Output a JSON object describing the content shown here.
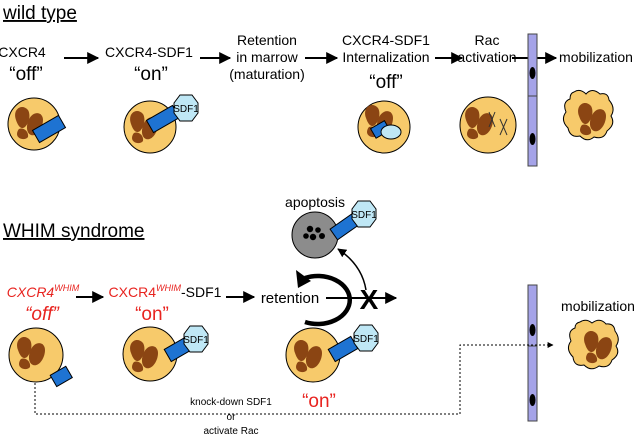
{
  "wild_type": {
    "heading": "wild type",
    "stage1": {
      "line1": "CXCR4",
      "state": "“off”"
    },
    "stage2": {
      "line1": "CXCR4-SDF1",
      "state": "“on”",
      "ligand": "SDF1"
    },
    "stage3": {
      "line1": "Retention",
      "line2": "in marrow",
      "line3": "(maturation)"
    },
    "stage4": {
      "line1": "CXCR4-SDF1",
      "line2": "Internalization",
      "state": "“off”"
    },
    "stage5": {
      "line1": "Rac",
      "line2": "activation"
    },
    "stage6": {
      "line1": "mobilization"
    }
  },
  "whim": {
    "heading": "WHIM syndrome",
    "stage1": {
      "label_main": "CXCR4",
      "label_sup": "WHIM",
      "state": "“off”"
    },
    "stage2": {
      "label_main": "CXCR4",
      "label_sup": "WHIM",
      "label_tail": "-SDF1",
      "state": "“on”",
      "ligand": "SDF1"
    },
    "retention": {
      "label": "retention",
      "blocked_mark": "X"
    },
    "apoptosis": {
      "label": "apoptosis",
      "ligand": "SDF1"
    },
    "stage3": {
      "state": "“on”",
      "ligand": "SDF1"
    },
    "mobilization": {
      "label": "mobilization"
    },
    "bypass": {
      "line1": "knock-down SDF1",
      "line2": "or",
      "line3": "activate Rac"
    }
  },
  "colors": {
    "cell_fill": "#f7ca6b",
    "nucleus": "#8b4513",
    "receptor": "#1e73d2",
    "ligand": "#bfe7f5",
    "vessel": "#a5a3e8",
    "apoptotic_cell": "#8c8c8c",
    "whim_red": "#e8231f"
  }
}
